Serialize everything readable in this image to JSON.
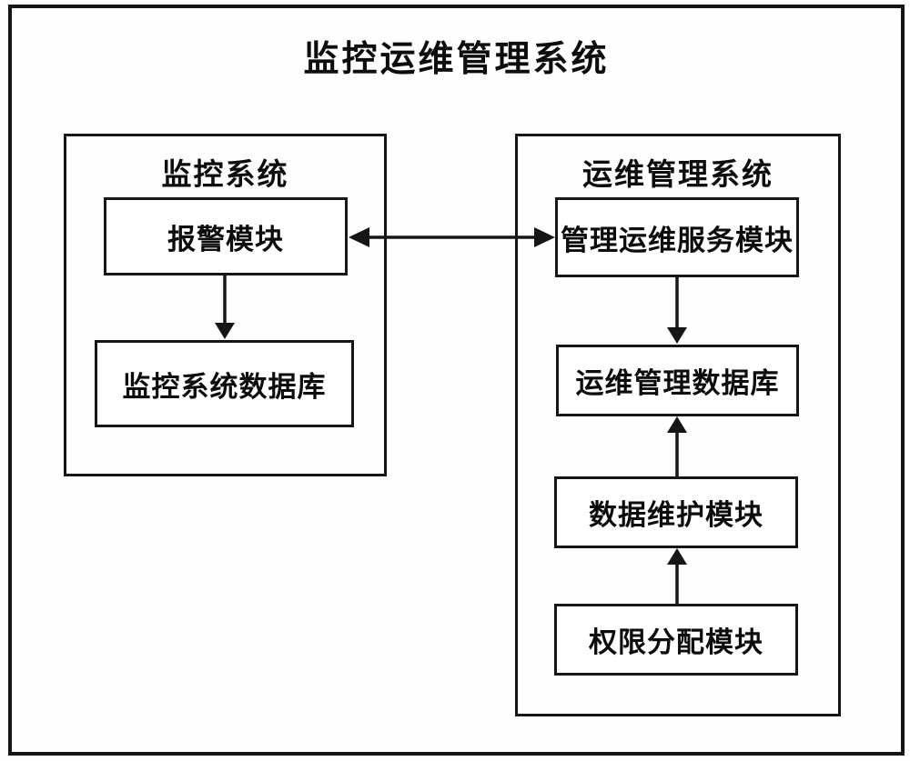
{
  "diagram": {
    "title": "监控运维管理系统",
    "groups": [
      {
        "id": "monitoring-system",
        "label": "监控系统",
        "modules": [
          {
            "id": "alarm-module",
            "label": "报警模块"
          },
          {
            "id": "monitoring-database",
            "label": "监控系统数据库"
          }
        ]
      },
      {
        "id": "oam-management-system",
        "label": "运维管理系统",
        "modules": [
          {
            "id": "oam-service-module",
            "label": "管理运维服务模块"
          },
          {
            "id": "oam-database",
            "label": "运维管理数据库"
          },
          {
            "id": "data-maintenance-module",
            "label": "数据维护模块"
          },
          {
            "id": "permission-assignment-module",
            "label": "权限分配模块"
          }
        ]
      }
    ],
    "connections": [
      {
        "from": "报警模块",
        "to": "监控系统数据库",
        "type": "arrow",
        "direction": "down"
      },
      {
        "from": "报警模块",
        "to": "管理运维服务模块",
        "type": "double-arrow",
        "direction": "horizontal-bidirectional"
      },
      {
        "from": "管理运维服务模块",
        "to": "运维管理数据库",
        "type": "arrow",
        "direction": "down"
      },
      {
        "from": "数据维护模块",
        "to": "运维管理数据库",
        "type": "arrow",
        "direction": "up"
      },
      {
        "from": "权限分配模块",
        "to": "数据维护模块",
        "type": "arrow",
        "direction": "up"
      }
    ],
    "colors": {
      "line": "#161616",
      "text": "#0d0d0d",
      "background": "#fefefe",
      "box_fill": "#ffffff"
    }
  }
}
